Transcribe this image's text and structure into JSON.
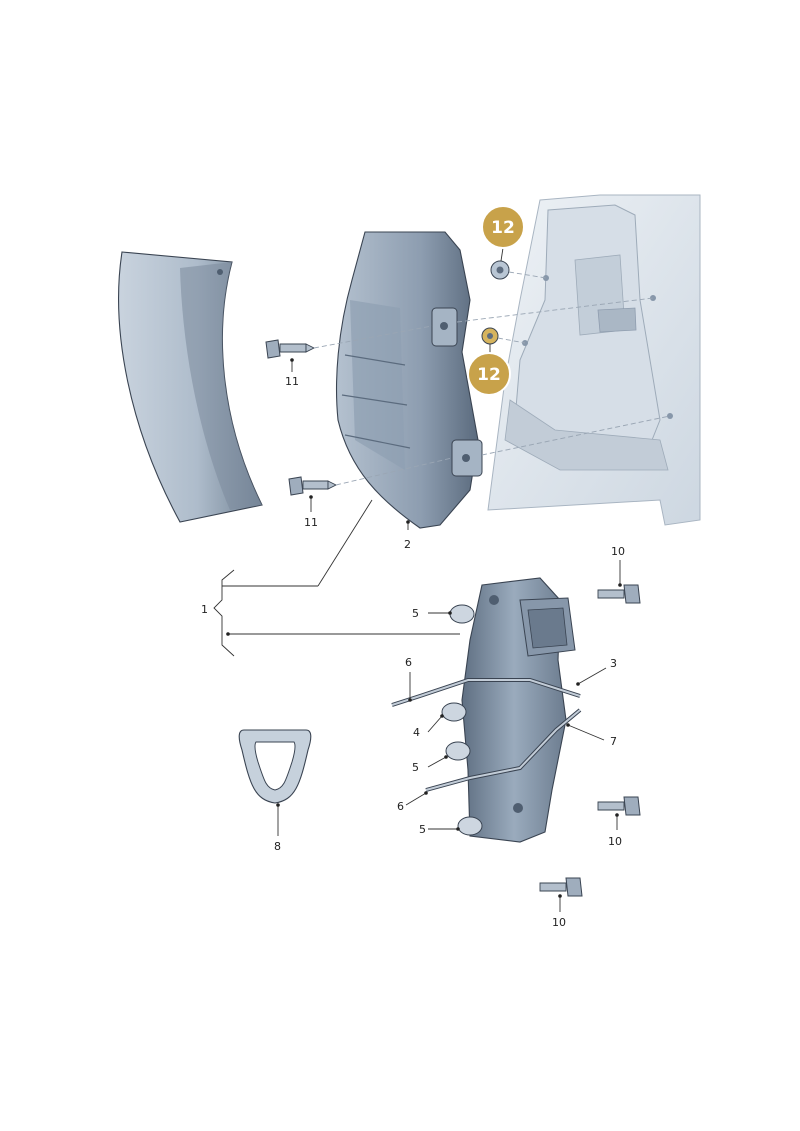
{
  "callouts": {
    "c1": "1",
    "c2": "2",
    "c3": "3",
    "c4": "4",
    "c5": "5",
    "c6": "6",
    "c7": "7",
    "c8": "8",
    "c10": "10",
    "c11": "11",
    "c12": "12"
  },
  "colors": {
    "badge": "#c8a24a",
    "part_fill": "#b9c6d4",
    "part_shadow": "#7f8fa2",
    "body_fill": "#dde4ec"
  }
}
